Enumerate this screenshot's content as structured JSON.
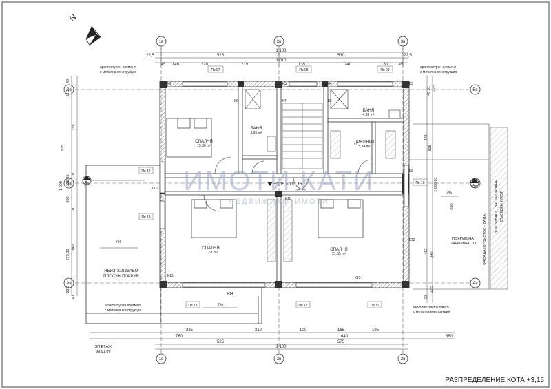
{
  "sheet": {
    "title": "РАЗПРЕДЕЛЕНИЕ КОТА +3,15",
    "north_label": "N"
  },
  "grid": {
    "columns": [
      "1в",
      "2в",
      "3в"
    ],
    "rows": [
      "Вв",
      "Бв",
      "Ав"
    ],
    "axis_markers": [
      "Ав",
      "Ав"
    ]
  },
  "dims_top": {
    "overall": "1 100",
    "inner": "1 010",
    "sub": [
      "22,5",
      "525",
      "530",
      "22,5"
    ],
    "openings": [
      "45",
      "146",
      "220",
      "219",
      "135",
      "240",
      "80",
      "45"
    ]
  },
  "dims_bottom": {
    "overall": "1 100",
    "chain1": [
      "285",
      "310",
      "100",
      "165",
      "195"
    ],
    "chain2": [
      "760",
      "640",
      "360"
    ],
    "chain3": [
      "525",
      "575"
    ]
  },
  "dims_left": [
    "40",
    "22,5",
    "358",
    "515",
    "70",
    "122,65",
    "1 000",
    "900",
    "70",
    "279,35",
    "340",
    "22,5",
    "40"
  ],
  "dims_right": [
    "40,01",
    "22,5",
    "428",
    "515",
    "1 000,01",
    "690",
    "462",
    "340",
    "22,5",
    "60"
  ],
  "rooms": [
    {
      "name": "СПАЛНЯ",
      "area": "15,30 m²"
    },
    {
      "name": "БАНЯ",
      "area": "3,95 m²"
    },
    {
      "name": "БАНЯ",
      "area": "4,38 m²"
    },
    {
      "name": "ДРЕШНИК",
      "area": "5,34 m²"
    },
    {
      "name": "СПАЛНЯ",
      "area": "17,61 m²"
    },
    {
      "name": "СПАЛНЯ",
      "area": "21,65 m²"
    }
  ],
  "level_mark": "+3,15 = 191,15",
  "terrace": {
    "label1": "НЕИЗПОЛЗВАЕМ",
    "label2": "ПЛОСЪК ПОКРИВ",
    "slope": "7%",
    "slope2": "7%",
    "slope3": "7%"
  },
  "notes": {
    "arch1": "архитектурен елемент",
    "arch2": "с метална конструкция",
    "roof_parking1": "ПОКРИВ НА",
    "roof_parking2": "ПАРКОМЯСТО",
    "facade": "ФАСАДА ЮГОИЗТОК - ВАЯА",
    "neighbor1": "ДОПЪЛВАЩО ЗАСТРОЯВАНЕ",
    "neighbor2": "СЪСЕДЕН ИМОТ",
    "floor_area1": "ЗП ЕТАЖ",
    "floor_area2": "99,91 m²"
  },
  "openings": [
    "Пв 07",
    "Пв 08",
    "Пв 09",
    "Пв 14",
    "Пв 14",
    "Пв 13",
    "Пв 12",
    "Пв 11",
    "Пв 10"
  ],
  "columns_tags": [
    "К1",
    "К2",
    "К3",
    "К4",
    "К5",
    "К6",
    "К7",
    "К8",
    "К9",
    "К10",
    "К11",
    "К12",
    "К13",
    "К14",
    "К15"
  ],
  "watermark": {
    "main": "ИМОТИ КАТИ",
    "sub": "НЕДВИЖИМИ ИМОТИ"
  },
  "colors": {
    "line": "#333333",
    "wall": "#555555",
    "hatch": "#888888",
    "watermark": "#9aa6c4"
  }
}
